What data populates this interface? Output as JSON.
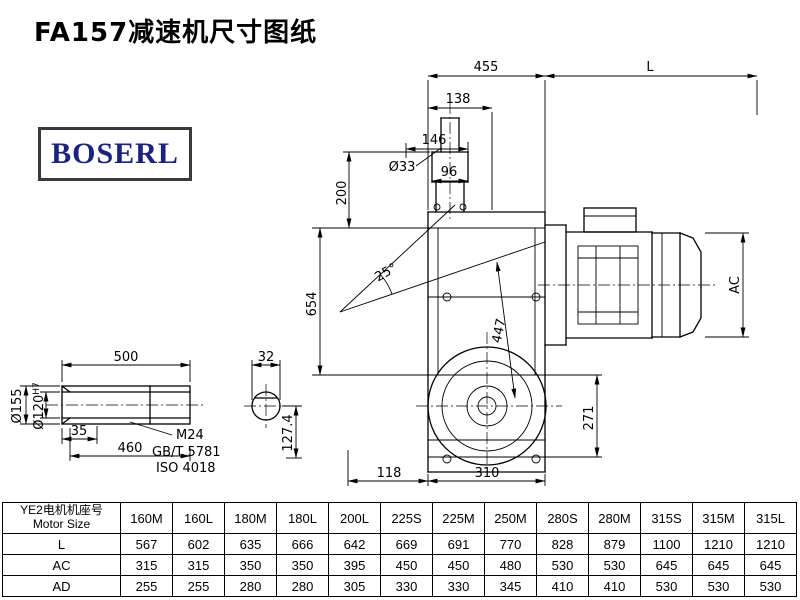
{
  "page": {
    "title": "FA157减速机尺寸图纸"
  },
  "logo": {
    "text": "BOSERL"
  },
  "dims": {
    "top_455": "455",
    "top_L": "L",
    "d138": "138",
    "d146": "146",
    "d96": "96",
    "shaft_dia": "Ø33",
    "d200": "200",
    "angle": "25°",
    "d654": "654",
    "d447": "447",
    "ac": "AC",
    "d271": "271",
    "d118": "118",
    "d310": "310",
    "d500": "500",
    "d35": "35",
    "d460": "460",
    "d32": "32",
    "d155": "Ø155",
    "d120": "Ø120",
    "d120_tol": "H7",
    "d127": "127.4",
    "thread": "M24",
    "std1": "GB/T 5781",
    "std2": "ISO 4018"
  },
  "table": {
    "row_header_line1": "YE2电机机座号",
    "row_header_line2": "Motor Size",
    "sizes": [
      "160M",
      "160L",
      "180M",
      "180L",
      "200L",
      "225S",
      "225M",
      "250M",
      "280S",
      "280M",
      "315S",
      "315M",
      "315L"
    ],
    "rows": [
      {
        "label": "L",
        "values": [
          "567",
          "602",
          "635",
          "666",
          "642",
          "669",
          "691",
          "770",
          "828",
          "879",
          "1100",
          "1210",
          "1210"
        ]
      },
      {
        "label": "AC",
        "values": [
          "315",
          "315",
          "350",
          "350",
          "395",
          "450",
          "450",
          "480",
          "530",
          "530",
          "645",
          "645",
          "645"
        ]
      },
      {
        "label": "AD",
        "values": [
          "255",
          "255",
          "280",
          "280",
          "305",
          "330",
          "330",
          "345",
          "410",
          "410",
          "530",
          "530",
          "530"
        ]
      }
    ]
  }
}
